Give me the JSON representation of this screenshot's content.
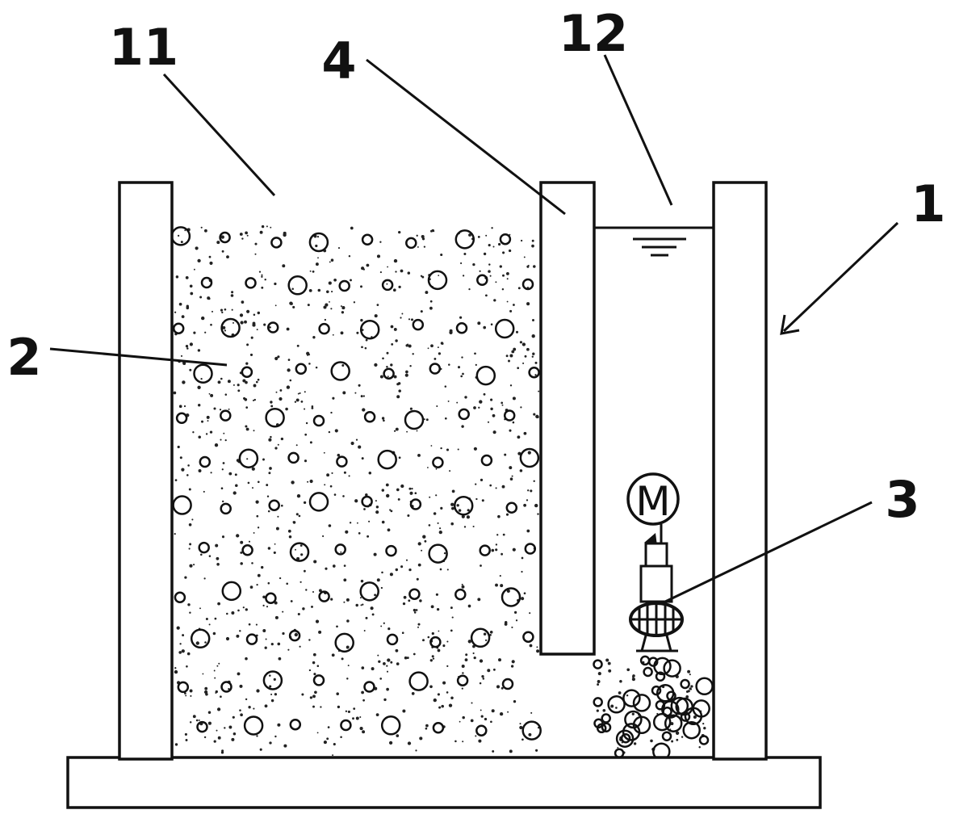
{
  "labels": {
    "tank": "1",
    "medium": "2",
    "pump": "3",
    "partition": "4",
    "left_chamber": "11",
    "right_chamber": "12"
  },
  "motor_symbol": "M",
  "colors": {
    "line": "#111111",
    "background": "#ffffff"
  },
  "icons": {
    "water_level": "water-level-icon",
    "motor": "motor-icon",
    "arrow": "arrow-icon"
  }
}
